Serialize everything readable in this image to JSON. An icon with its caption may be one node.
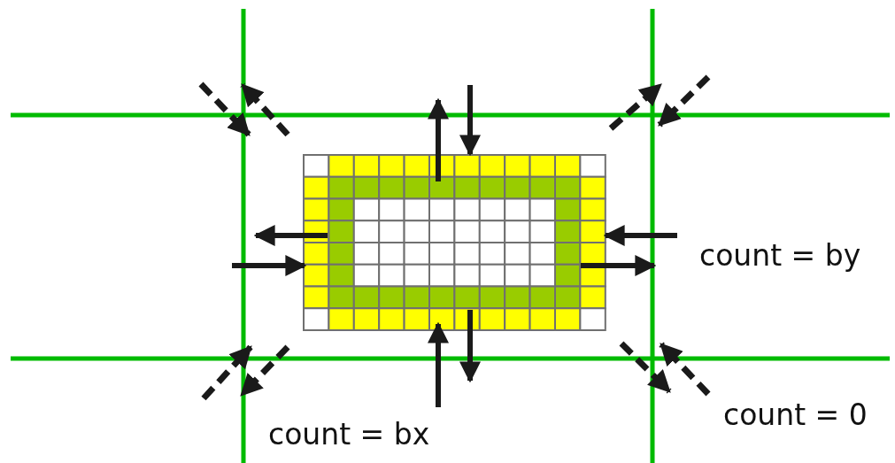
{
  "diagram": {
    "labels": [
      "count = by",
      "count = 0",
      "count = bx"
    ]
  }
}
